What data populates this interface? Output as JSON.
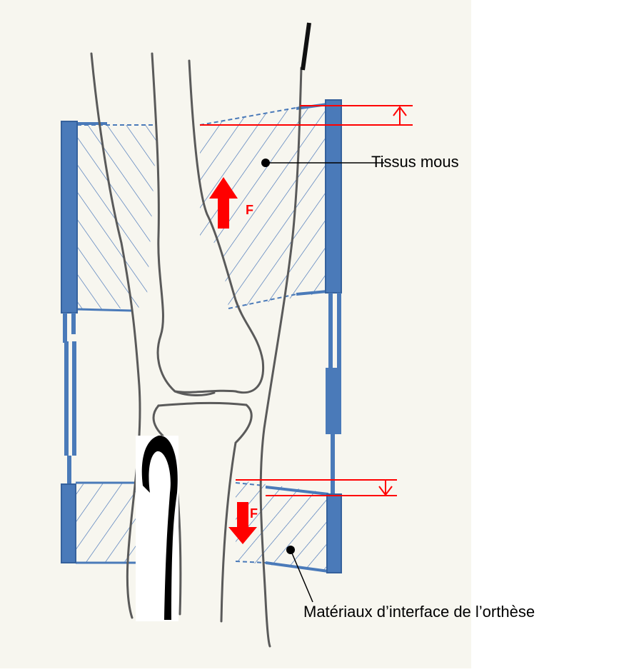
{
  "labels": {
    "soft_tissue": "Tissus mous",
    "interface_material": "Matériaux d’interface de l’orthèse",
    "force_upper": "F",
    "force_lower": "F"
  },
  "colors": {
    "paper": "#f7f6ef",
    "orthosis": "#4a7ab9",
    "hatch": "#3f6fb5",
    "force": "#ff0000",
    "bone": "#5a5a5a"
  }
}
